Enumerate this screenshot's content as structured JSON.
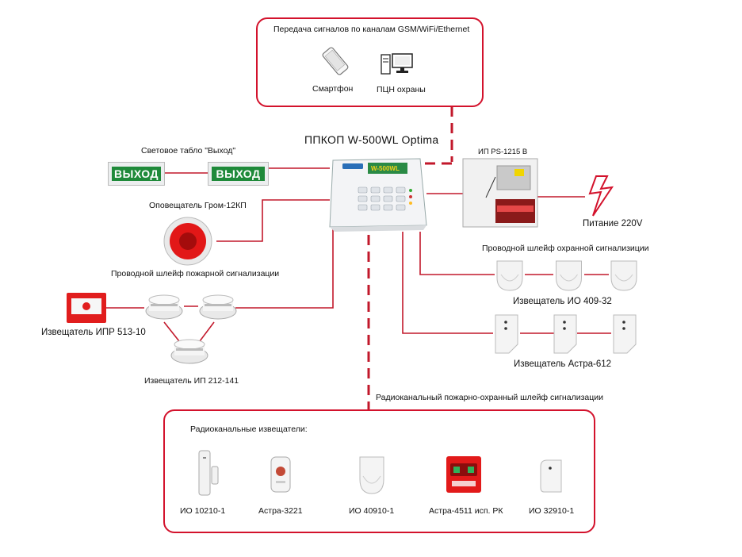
{
  "colors": {
    "wire": "#c2182b",
    "frame": "#d3122c",
    "exit_sign": "#1f8a3a"
  },
  "top_box": {
    "title": "Передача сигналов по каналам GSM/WiFi/Ethernet",
    "smartphone_label": "Смартфон",
    "pcn_label": "ПЦН охраны"
  },
  "panel": {
    "title": "ППКОП W-500WL Optima",
    "brand": "W-500WL"
  },
  "power_supply": {
    "label": "ИП PS-1215 В",
    "power_label": "Питание 220V"
  },
  "left": {
    "exit_sign_label": "Световое табло \"Выход\"",
    "exit_text": "ВЫХОД",
    "siren_label": "Оповещатель Гром-12КП",
    "fire_loop_label": "Проводной шлейф пожарной сигнализации",
    "ipr_label": "Извещатель ИПР 513-10",
    "ip212_label": "Извещатель ИП 212-141"
  },
  "right": {
    "security_loop_label": "Проводной шлейф охранной сигнализиции",
    "io409_label": "Извещатель ИО 409-32",
    "astra612_label": "Извещатель  Астра-612"
  },
  "radio": {
    "loop_label": "Радиоканальный пожарно-охранный шлейф сигнализации",
    "box_title": "Радиоканальные извещатели:",
    "devices": [
      {
        "label": "ИО 10210-1"
      },
      {
        "label": "Астра-3221"
      },
      {
        "label": "ИО 40910-1"
      },
      {
        "label": "Астра-4511 исп. РК"
      },
      {
        "label": "ИО 32910-1"
      }
    ]
  }
}
